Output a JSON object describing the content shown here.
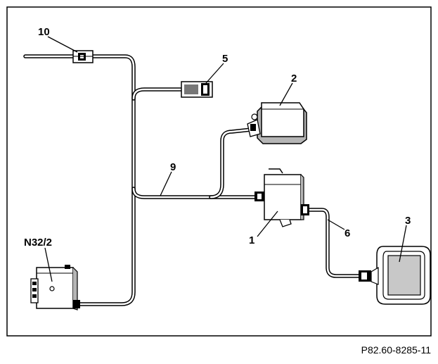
{
  "callouts": {
    "c10": "10",
    "c5": "5",
    "c2": "2",
    "c9": "9",
    "c1": "1",
    "c6": "6",
    "c3": "3",
    "cN32": "N32/2"
  },
  "caption": "P82.60-8285-11",
  "colors": {
    "line": "#000000",
    "body_fill": "#ffffff",
    "shadow": "#b5b5b5",
    "screen": "#c8c8c8"
  }
}
